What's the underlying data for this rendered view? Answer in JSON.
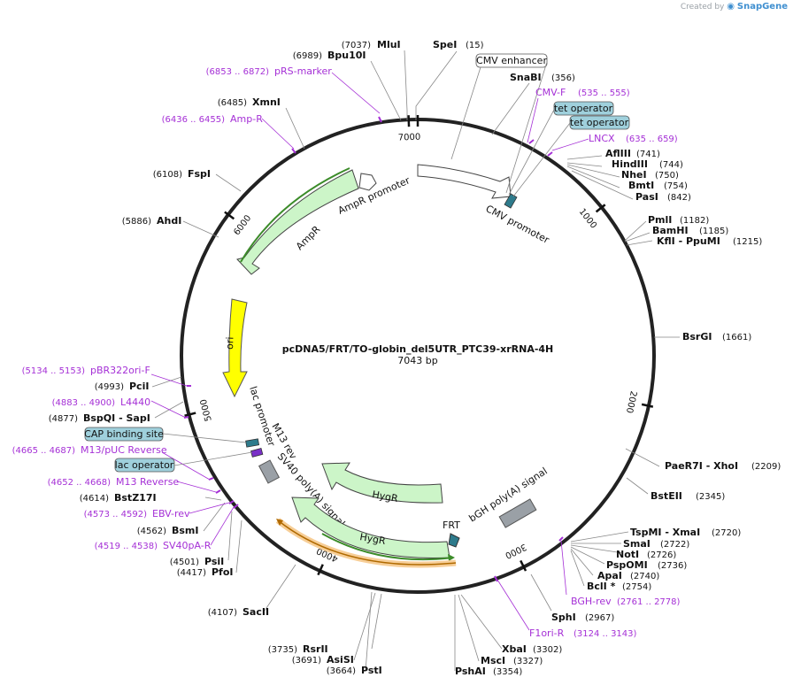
{
  "app": {
    "credit_prefix": "Created by",
    "credit_brand": "SnapGene"
  },
  "plasmid": {
    "name": "pcDNA5/FRT/TO-globin_del5UTR_PTC39-xrRNA-4H",
    "length_label": "7043 bp",
    "length": 7043
  },
  "ticks": [
    {
      "pos": 0,
      "label": "",
      "major": true
    },
    {
      "pos": 1000,
      "label": "1000",
      "major": true
    },
    {
      "pos": 2000,
      "label": "2000",
      "major": true
    },
    {
      "pos": 3000,
      "label": "3000",
      "major": true
    },
    {
      "pos": 4000,
      "label": "4000",
      "major": true
    },
    {
      "pos": 5000,
      "label": "5000",
      "major": true
    },
    {
      "pos": 6000,
      "label": "6000",
      "major": true
    },
    {
      "pos": 7000,
      "label": "7000",
      "major": true
    }
  ],
  "sites": [
    {
      "name": "MluI",
      "pos": "(7037)"
    },
    {
      "name": "SpeI",
      "pos": "(15)"
    },
    {
      "name": "Bpu10I",
      "pos": "(6989)"
    },
    {
      "name": "SnaBI",
      "pos": "(356)"
    },
    {
      "name": "XmnI",
      "pos": "(6485)"
    },
    {
      "name": "AflIII",
      "pos": "(741)"
    },
    {
      "name": "HindIII",
      "pos": "(744)"
    },
    {
      "name": "NheI",
      "pos": "(750)"
    },
    {
      "name": "BmtI",
      "pos": "(754)"
    },
    {
      "name": "PasI",
      "pos": "(842)"
    },
    {
      "name": "FspI",
      "pos": "(6108)"
    },
    {
      "name": "AhdI",
      "pos": "(5886)"
    },
    {
      "name": "PmlI",
      "pos": "(1182)"
    },
    {
      "name": "BamHI",
      "pos": "(1185)"
    },
    {
      "name": "KflI - PpuMI",
      "pos": "(1215)"
    },
    {
      "name": "BsrGI",
      "pos": "(1661)"
    },
    {
      "name": "PciI",
      "pos": "(4993)"
    },
    {
      "name": "BspQI - SapI",
      "pos": "(4877)"
    },
    {
      "name": "PaeR7I - XhoI",
      "pos": "(2209)"
    },
    {
      "name": "BstEII",
      "pos": "(2345)"
    },
    {
      "name": "BstZ17I",
      "pos": "(4614)"
    },
    {
      "name": "TspMI - XmaI",
      "pos": "(2720)"
    },
    {
      "name": "SmaI",
      "pos": "(2722)"
    },
    {
      "name": "NotI",
      "pos": "(2726)"
    },
    {
      "name": "PspOMI",
      "pos": "(2736)"
    },
    {
      "name": "ApaI",
      "pos": "(2740)"
    },
    {
      "name": "BclI *",
      "pos": "(2754)"
    },
    {
      "name": "BsmI",
      "pos": "(4562)"
    },
    {
      "name": "PsiI",
      "pos": "(4501)"
    },
    {
      "name": "PfoI",
      "pos": "(4417)"
    },
    {
      "name": "SphI",
      "pos": "(2967)"
    },
    {
      "name": "SacII",
      "pos": "(4107)"
    },
    {
      "name": "XbaI",
      "pos": "(3302)"
    },
    {
      "name": "MscI",
      "pos": "(3327)"
    },
    {
      "name": "PshAI",
      "pos": "(3354)"
    },
    {
      "name": "RsrII",
      "pos": "(3735)"
    },
    {
      "name": "AsiSI",
      "pos": "(3691)"
    },
    {
      "name": "PstI",
      "pos": "(3664)"
    }
  ],
  "primers": [
    {
      "name": "pRS-marker",
      "range": "(6853 .. 6872)"
    },
    {
      "name": "Amp-R",
      "range": "(6436 .. 6455)"
    },
    {
      "name": "CMV-F",
      "range": "(535 .. 555)"
    },
    {
      "name": "LNCX",
      "range": "(635 .. 659)"
    },
    {
      "name": "pBR322ori-F",
      "range": "(5134 .. 5153)"
    },
    {
      "name": "L4440",
      "range": "(4883 .. 4900)"
    },
    {
      "name": "M13/pUC Reverse",
      "range": "(4665 .. 4687)"
    },
    {
      "name": "M13 Reverse",
      "range": "(4652 .. 4668)"
    },
    {
      "name": "EBV-rev",
      "range": "(4573 .. 4592)"
    },
    {
      "name": "SV40pA-R",
      "range": "(4519 .. 4538)"
    },
    {
      "name": "BGH-rev",
      "range": "(2761 .. 2778)"
    },
    {
      "name": "F1ori-R",
      "range": "(3124 .. 3143)"
    }
  ],
  "boxed_features": [
    {
      "name": "CMV enhancer",
      "color": "#ffffff"
    },
    {
      "name": "tet operator",
      "color": "#9fd0dc"
    },
    {
      "name": "tet operator",
      "color": "#9fd0dc"
    },
    {
      "name": "CAP binding site",
      "color": "#9fd0dc"
    },
    {
      "name": "lac operator",
      "color": "#9fd0dc"
    }
  ],
  "features": [
    {
      "name": "CMV promoter",
      "color": "#ffffff"
    },
    {
      "name": "AmpR promoter",
      "color": "#ffffff"
    },
    {
      "name": "AmpR",
      "color": "#ccf5c8"
    },
    {
      "name": "ori",
      "color": "#ffff00"
    },
    {
      "name": "lac promoter",
      "color": "#ffffff"
    },
    {
      "name": "M13 rev",
      "color": "#ffffff"
    },
    {
      "name": "SV40 poly(A) signal",
      "color": "#9aa0a6"
    },
    {
      "name": "HygR",
      "color": "#ccf5c8"
    },
    {
      "name": "HygR",
      "color": "#ccf5c8"
    },
    {
      "name": "FRT",
      "color": "#2e8aa0"
    },
    {
      "name": "bGH poly(A) signal",
      "color": "#9aa0a6"
    }
  ]
}
